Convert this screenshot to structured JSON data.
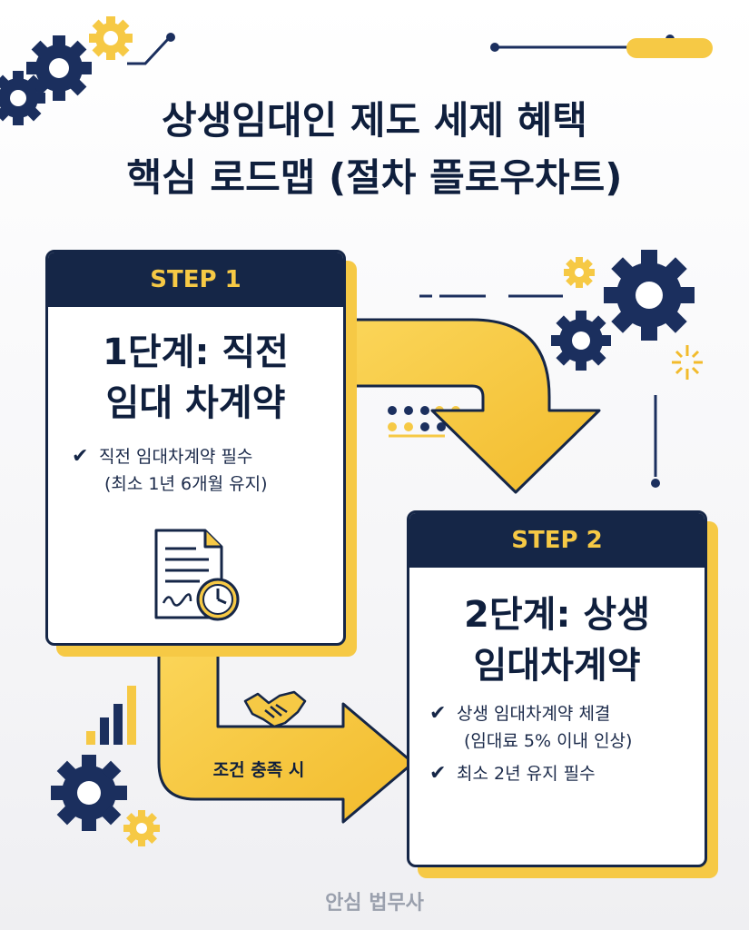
{
  "title": {
    "line1": "상생임대인 제도 세제 혜택",
    "line2": "핵심 로드맵 (절차 플로우차트)"
  },
  "step1": {
    "badge": "STEP 1",
    "title_line1": "1단계: 직전",
    "title_line2": "임대 차계약",
    "bullet1": "직전 임대차계약 필수",
    "bullet1_sub": "(최소 1년 6개월 유지)",
    "icon": "contract-clock-icon"
  },
  "step2": {
    "badge": "STEP 2",
    "title_line1": "2단계: 상생",
    "title_line2": "임대차계약",
    "bullet1": "상생 임대차계약 체결",
    "bullet1_sub": "(임대료 5% 이내 인상)",
    "bullet2": "최소 2년 유지 필수"
  },
  "connector": {
    "label": "조건 충족 시",
    "icon": "handshake-icon"
  },
  "footer": "안심 법무사",
  "colors": {
    "navy": "#152647",
    "yellow": "#f6c945",
    "checkmark": "✔"
  }
}
